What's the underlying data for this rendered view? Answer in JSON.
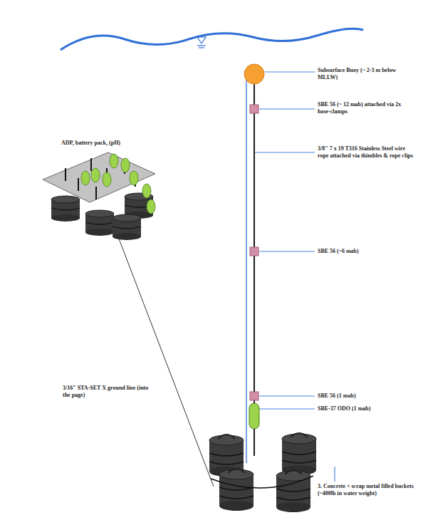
{
  "diagram": {
    "labels": [
      "Subsurface Buoy (~ 2-3 m below MLLW)",
      "SBE 56 (~ 12 mab) attached via 2x hose-clamps",
      "3/8\" 7 x 19 T316 Stainless Steel wire rope attached via thimbles & rope clips",
      "SBE 56 (~6 mab)",
      "ADP, battery pack, (pH)",
      "3/16\" STA-SET X ground line (into the page)",
      "SBE 56 (1 mab)",
      "SBE-37 ODO (1 mab)",
      "3. Concrete + scrap metal filled buckets (~400lb in water weight)"
    ]
  }
}
